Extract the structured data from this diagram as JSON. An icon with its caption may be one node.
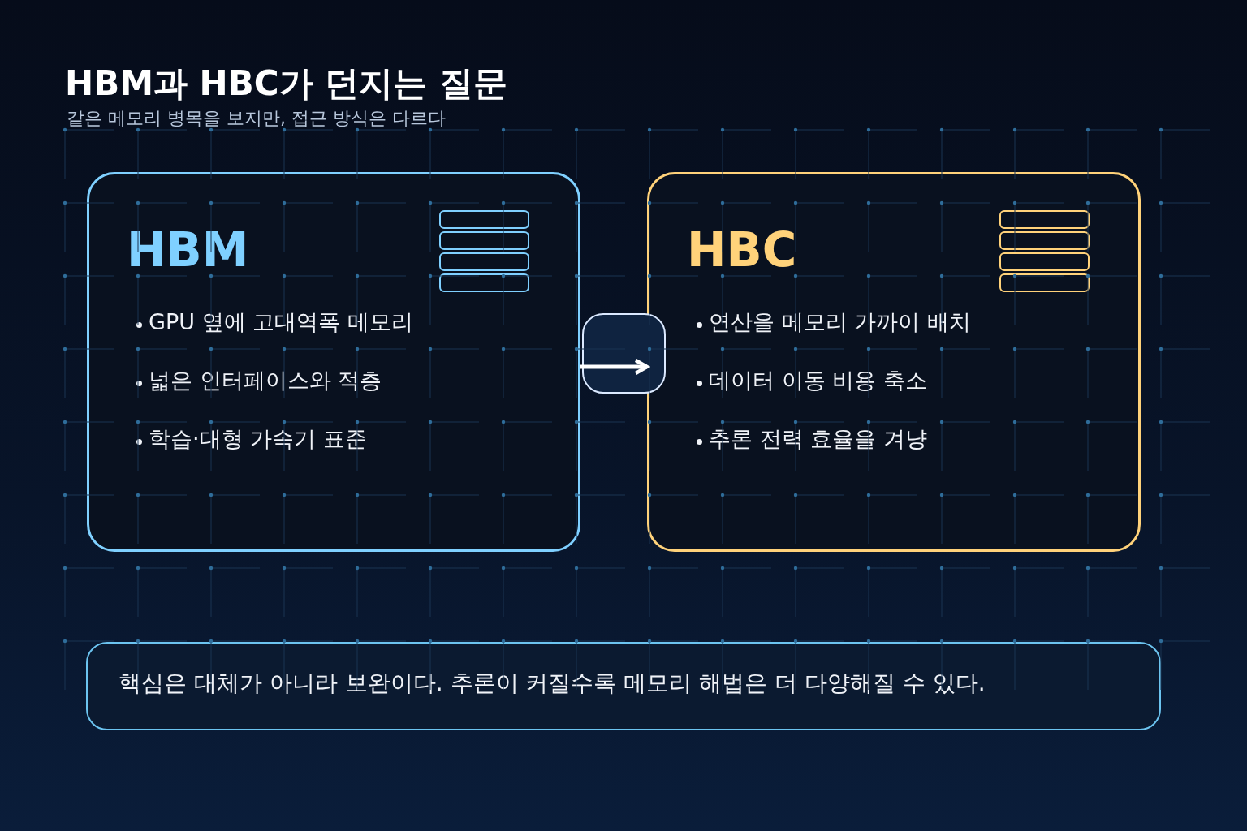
{
  "diagram": {
    "title": "HBM과 HBC가 던지는 질문",
    "labels": [
      "같은 메모리 병목을 보지만, 접근 방식은 다르다"
    ],
    "nodes": [
      {
        "text": [
          "HBM",
          "GPU 옆에 고대역폭 메모리",
          "넓은 인터페이스와 적층",
          "학습·대형 가속기 표준"
        ]
      },
      {
        "text": [
          "HBC",
          "연산을 메모리 가까이 배치",
          "데이터 이동 비용 축소",
          "추론 전력 효율을 겨냥"
        ]
      },
      {
        "text": [
          "핵심은 대체가 아니라 보완이다. 추론이 커질수록 메모리 해법은 더 다양해질 수 있다."
        ]
      }
    ],
    "edges": [
      {
        "from": 0,
        "to": 1,
        "arrow": "to"
      }
    ]
  }
}
